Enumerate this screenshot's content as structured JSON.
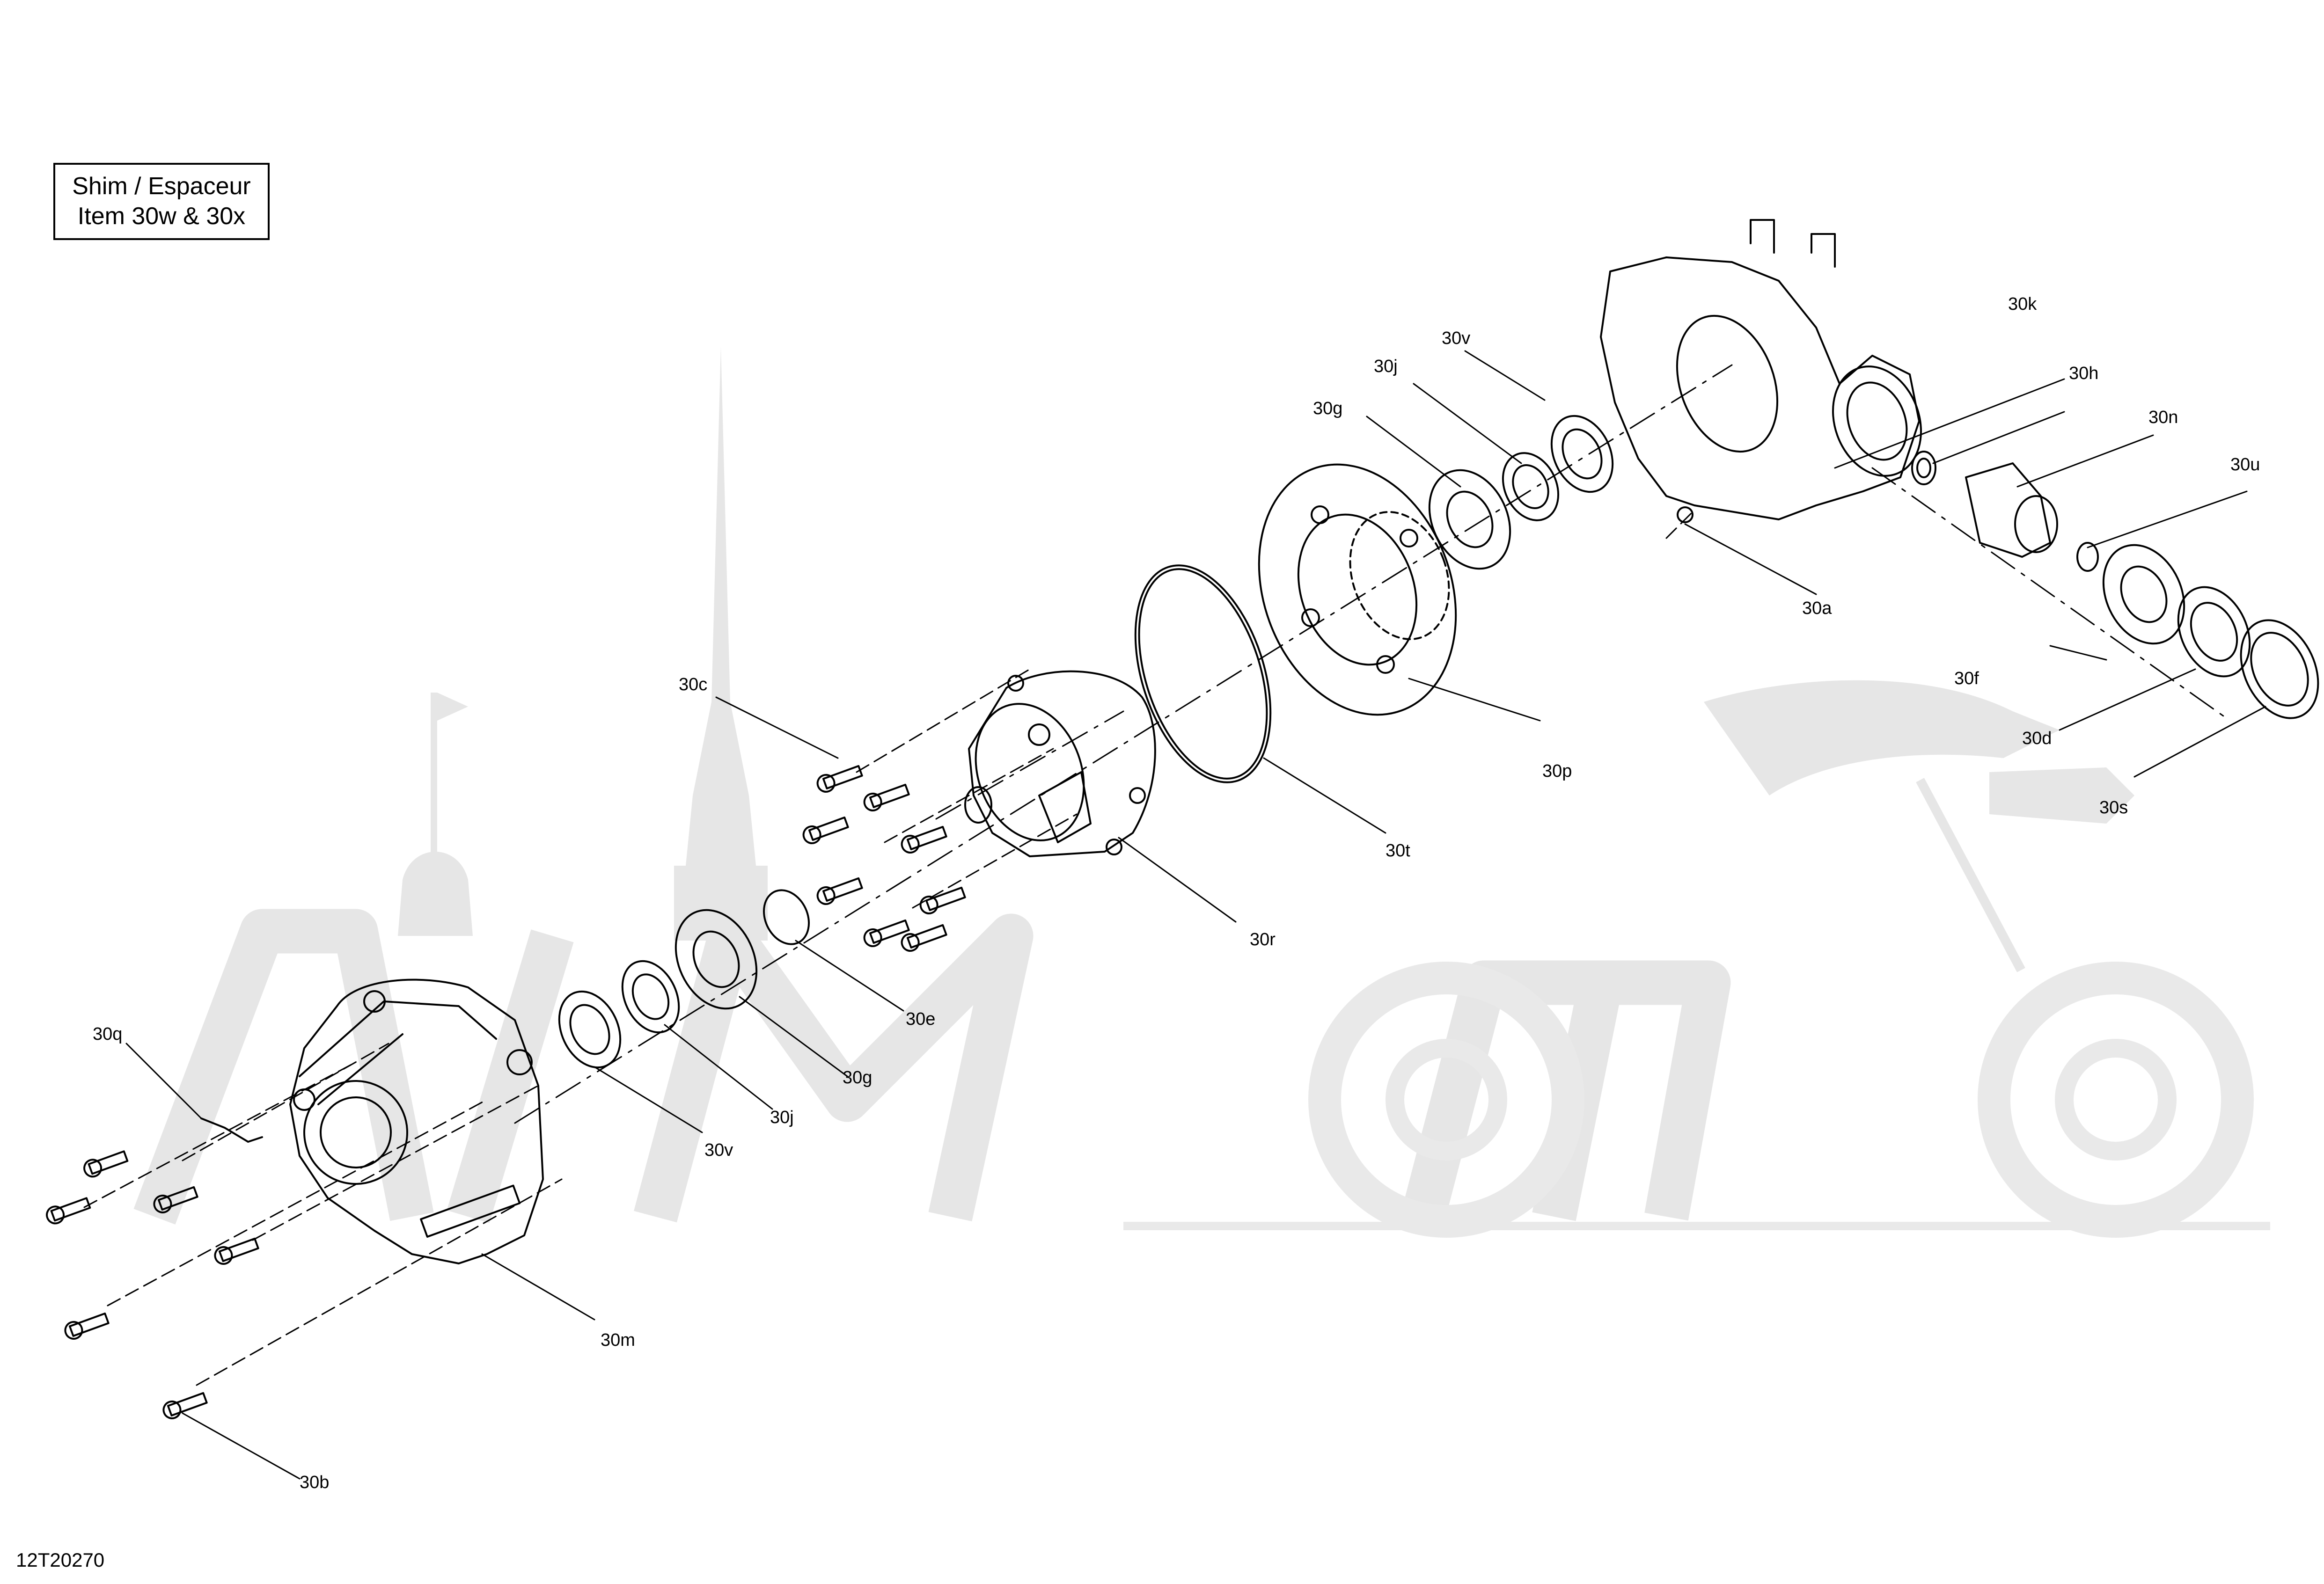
{
  "legend": {
    "line1": "Shim / Espaceur",
    "line2": "Item 30w & 30x"
  },
  "figure_id": "12T20270",
  "callouts": [
    {
      "id": "30a",
      "label": "30a"
    },
    {
      "id": "30b",
      "label": "30b"
    },
    {
      "id": "30c",
      "label": "30c"
    },
    {
      "id": "30d",
      "label": "30d"
    },
    {
      "id": "30e",
      "label": "30e"
    },
    {
      "id": "30f",
      "label": "30f"
    },
    {
      "id": "30g-top",
      "label": "30g"
    },
    {
      "id": "30g-bottom",
      "label": "30g"
    },
    {
      "id": "30h",
      "label": "30h"
    },
    {
      "id": "30j-top",
      "label": "30j"
    },
    {
      "id": "30j-bottom",
      "label": "30j"
    },
    {
      "id": "30k",
      "label": "30k"
    },
    {
      "id": "30m",
      "label": "30m"
    },
    {
      "id": "30n",
      "label": "30n"
    },
    {
      "id": "30p",
      "label": "30p"
    },
    {
      "id": "30q",
      "label": "30q"
    },
    {
      "id": "30r",
      "label": "30r"
    },
    {
      "id": "30s",
      "label": "30s"
    },
    {
      "id": "30t",
      "label": "30t"
    },
    {
      "id": "30u",
      "label": "30u"
    },
    {
      "id": "30v-top",
      "label": "30v"
    },
    {
      "id": "30v-bottom",
      "label": "30v"
    }
  ]
}
